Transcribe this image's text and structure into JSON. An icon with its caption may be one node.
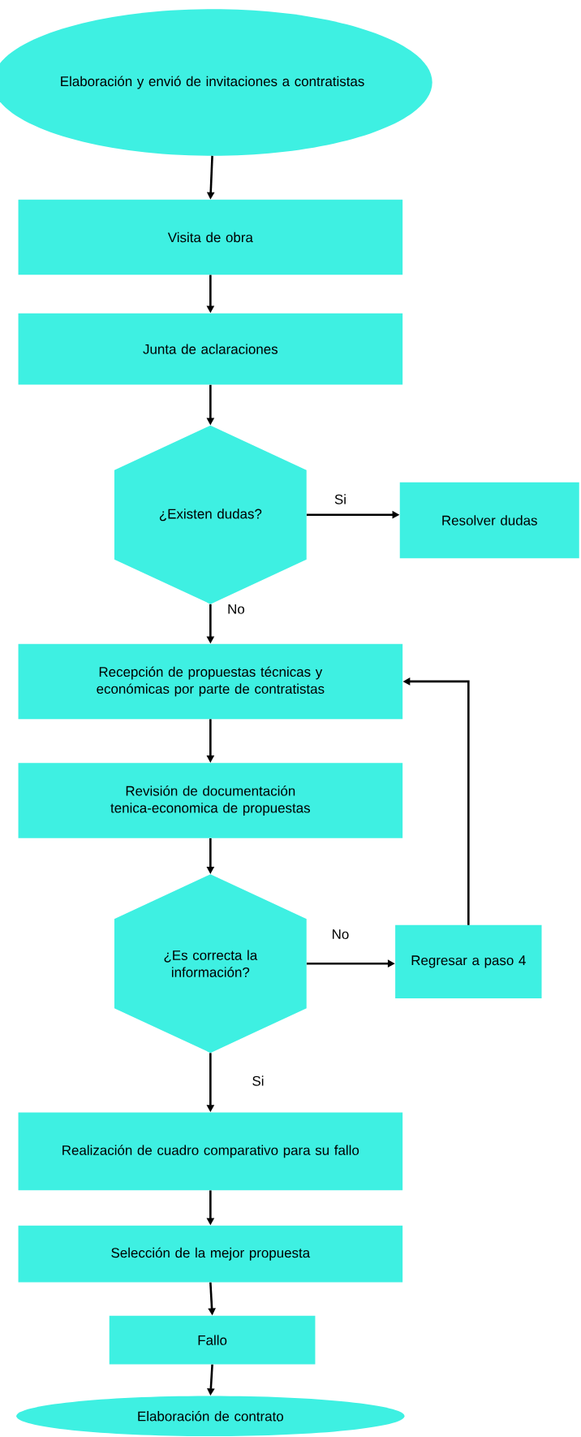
{
  "diagram": {
    "nodes": [
      {
        "text": [
          "Elaboración y envió de invitaciones a contratistas"
        ]
      },
      {
        "text": [
          "Visita de obra"
        ]
      },
      {
        "text": [
          "Junta de aclaraciones"
        ]
      },
      {
        "text": [
          "¿Existen dudas?"
        ]
      },
      {
        "text": [
          "Resolver dudas"
        ]
      },
      {
        "text": [
          "Recepción de propuestas técnicas y económicas por parte de contratistas"
        ]
      },
      {
        "text": [
          "Revisión de documentación tenica-economica de propuestas"
        ]
      },
      {
        "text": [
          "¿Es correcta la información?"
        ]
      },
      {
        "text": [
          "Regresar a paso 4"
        ]
      },
      {
        "text": [
          "Realización de cuadro comparativo para su fallo"
        ]
      },
      {
        "text": [
          "Selección de la mejor propuesta"
        ]
      },
      {
        "text": [
          "Fallo"
        ]
      },
      {
        "text": [
          "Elaboración de contrato"
        ]
      }
    ],
    "edges": [
      {
        "from": 0,
        "to": 1,
        "arrow": "to"
      },
      {
        "from": 1,
        "to": 2,
        "arrow": "to"
      },
      {
        "from": 2,
        "to": 3,
        "arrow": "to"
      },
      {
        "from": 3,
        "to": 4,
        "arrow": "to",
        "label": "Si"
      },
      {
        "from": 3,
        "to": 5,
        "arrow": "to",
        "label": "No"
      },
      {
        "from": 5,
        "to": 6,
        "arrow": "to"
      },
      {
        "from": 6,
        "to": 7,
        "arrow": "to"
      },
      {
        "from": 7,
        "to": 8,
        "arrow": "to",
        "label": "No"
      },
      {
        "from": 8,
        "to": 5,
        "arrow": "to"
      },
      {
        "from": 7,
        "to": 9,
        "arrow": "to",
        "label": "Si"
      },
      {
        "from": 9,
        "to": 10,
        "arrow": "to"
      },
      {
        "from": 10,
        "to": 11,
        "arrow": "to"
      },
      {
        "from": 11,
        "to": 12,
        "arrow": "to"
      }
    ]
  }
}
